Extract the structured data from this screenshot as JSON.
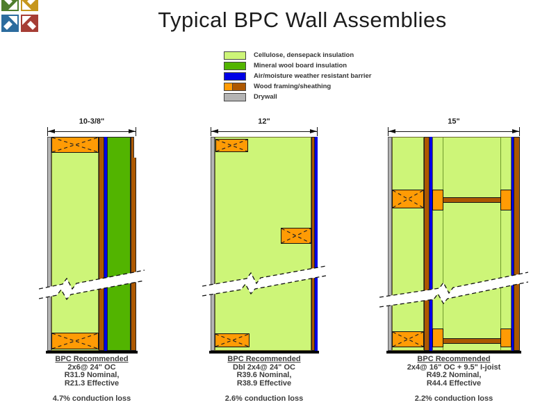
{
  "title": "Typical BPC Wall Assemblies",
  "legend": {
    "items": [
      {
        "label": "Cellulose, densepack insulation"
      },
      {
        "label": "Mineral wool board insulation"
      },
      {
        "label": "Air/moisture weather resistant barrier"
      },
      {
        "label": "Wood framing/sheathing"
      },
      {
        "label": "Drywall"
      }
    ]
  },
  "walls": [
    {
      "dimension": "10-3/8\"",
      "caption_title": "BPC Recommended",
      "spec": "2x6@ 24\" OC",
      "nominal": "R31.9 Nominal,",
      "effective": "R21.3 Effective",
      "loss": "4.7% conduction loss"
    },
    {
      "dimension": "12\"",
      "caption_title": "BPC Recommended",
      "spec": "Dbl 2x4@ 24\" OC",
      "nominal": "R39.6 Nominal,",
      "effective": "R38.9 Effective",
      "loss": "2.6% conduction loss"
    },
    {
      "dimension": "15\"",
      "caption_title": "BPC Recommended",
      "spec": "2x4@ 16\" OC + 9.5\" I-joist",
      "nominal": "R49.2 Nominal,",
      "effective": "R44.4 Effective",
      "loss": "2.2% conduction loss"
    }
  ],
  "colors": {
    "cellulose": "#cdf578",
    "mineral-wool": "#52b400",
    "barrier": "#0000e6",
    "framing": "#ff9b05",
    "sheathing": "#ad5800",
    "drywall": "#b4b4b4",
    "logo-green": "#4f7e2d",
    "logo-gold": "#c6961c",
    "logo-blue": "#2c6c9e",
    "logo-red": "#a63d35"
  }
}
